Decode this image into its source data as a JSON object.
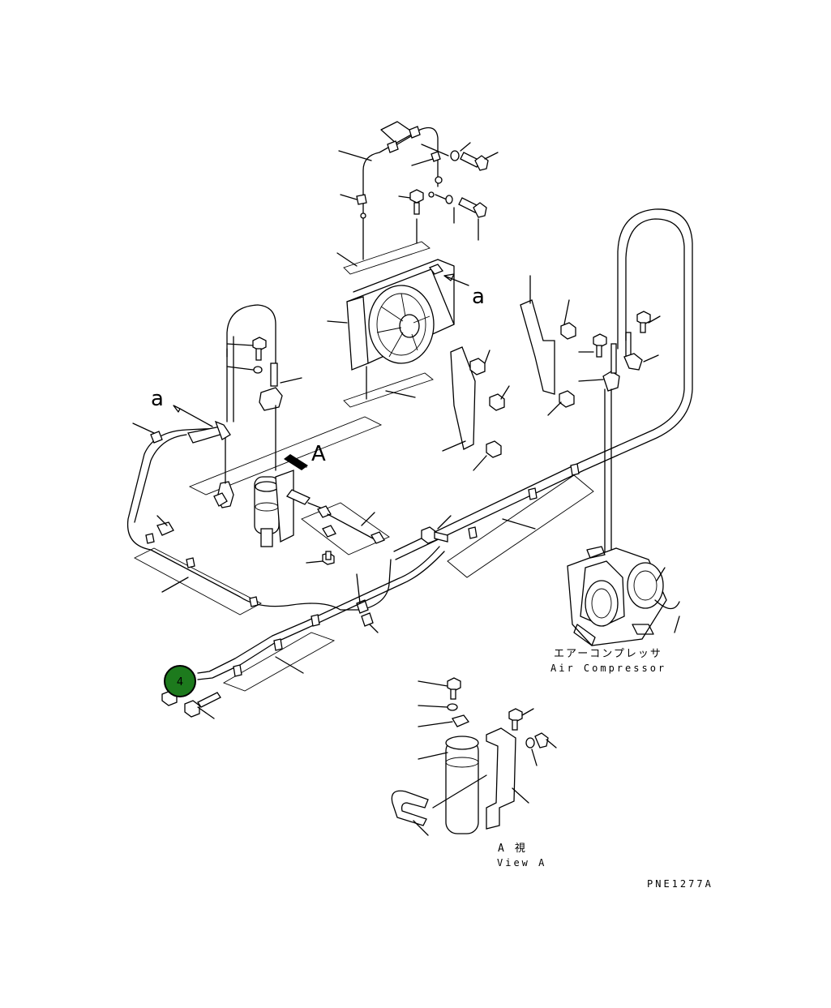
{
  "labels": {
    "view_arrow": "A",
    "ref_a_top": "a",
    "ref_a_left": "a",
    "compressor_jp": "エアーコンプレッサ",
    "compressor_en": "Air Compressor",
    "view_a_jp": "A　視",
    "view_a_en": "View A",
    "drawing_code": "PNE1277A"
  },
  "callout": {
    "number": "4",
    "fill": "#1d7a1d",
    "ring": "#000000"
  }
}
